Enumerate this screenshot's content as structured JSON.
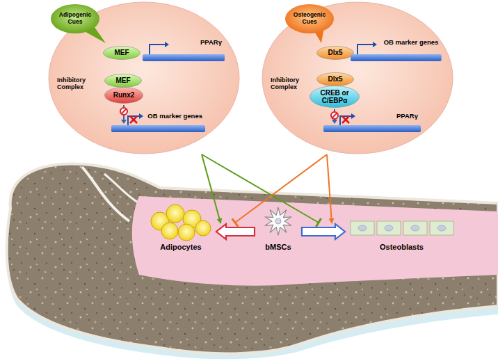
{
  "diagram": {
    "nodes": [
      {
        "text": [
          "Inhibitory Complex"
        ]
      },
      {
        "text": [
          "Adipogenic Cues"
        ],
        "in": 0
      },
      {
        "text": [
          "MEF"
        ],
        "in": 0
      },
      {
        "text": [
          "PPARγ"
        ],
        "in": 0
      },
      {
        "text": [
          "MEF"
        ],
        "in": 0
      },
      {
        "text": [
          "Runx2"
        ],
        "in": 0
      },
      {
        "text": [
          "OB marker genes"
        ],
        "in": 0
      },
      {
        "text": [
          "Inhibitory Complex"
        ]
      },
      {
        "text": [
          "Osteogenic Cues"
        ],
        "in": 7
      },
      {
        "text": [
          "Dlx5"
        ],
        "in": 7
      },
      {
        "text": [
          "OB marker genes"
        ],
        "in": 7
      },
      {
        "text": [
          "Dlx5"
        ],
        "in": 7
      },
      {
        "text": [
          "CREB or C/EBPα"
        ],
        "in": 7
      },
      {
        "text": [
          "PPARγ"
        ],
        "in": 7
      },
      {
        "text": [
          "Adipocytes"
        ]
      },
      {
        "text": [
          "bMSCs"
        ]
      },
      {
        "text": [
          "Osteoblasts"
        ]
      }
    ],
    "edges": [
      {
        "from": 15,
        "to": 14,
        "arrow": "to"
      },
      {
        "from": 15,
        "to": 16,
        "arrow": "to"
      }
    ]
  }
}
